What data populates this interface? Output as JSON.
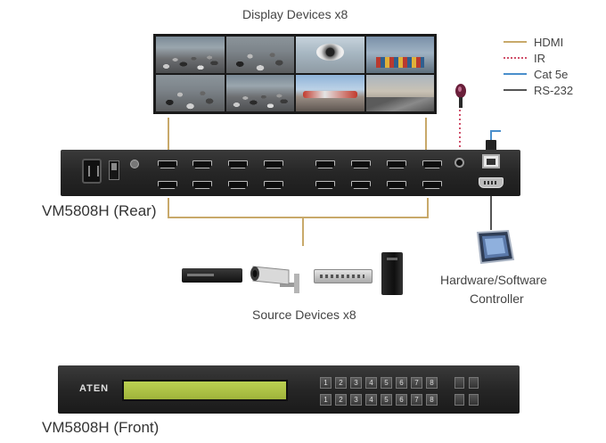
{
  "labels": {
    "display_devices": "Display Devices x8",
    "source_devices": "Source Devices x8",
    "controller_line1": "Hardware/Software",
    "controller_line2": "Controller",
    "rear_model": "VM5808H (Rear)",
    "front_model": "VM5808H (Front)",
    "front_logo": "ATEN"
  },
  "legend": [
    {
      "label": "HDMI",
      "color": "#c8a96a",
      "style": "solid"
    },
    {
      "label": "IR",
      "color": "#d0506b",
      "style": "dotted"
    },
    {
      "label": "Cat 5e",
      "color": "#4a8fcc",
      "style": "solid"
    },
    {
      "label": "RS-232",
      "color": "#555555",
      "style": "solid"
    }
  ],
  "front_keys_top": [
    "1",
    "2",
    "3",
    "4",
    "5",
    "6",
    "7",
    "8"
  ],
  "front_keys_bottom": [
    "1",
    "2",
    "3",
    "4",
    "5",
    "6",
    "7",
    "8"
  ],
  "colors": {
    "hdmi": "#c8a96a",
    "ir": "#d0506b",
    "cat5e": "#4a8fcc",
    "rs232": "#555555"
  }
}
